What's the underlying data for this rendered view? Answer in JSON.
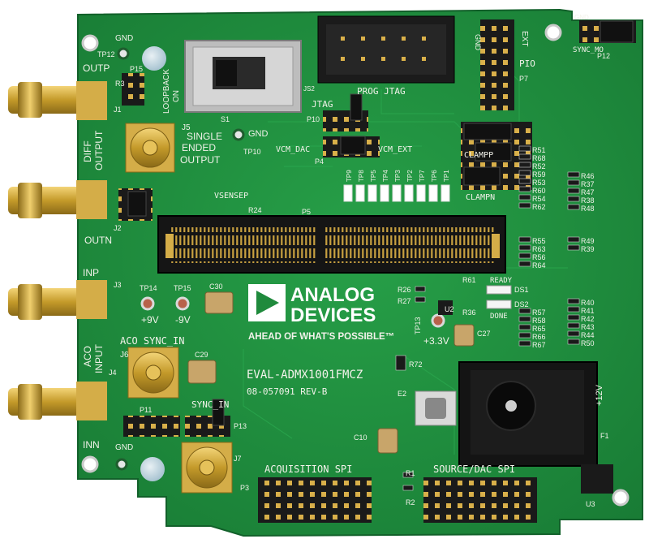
{
  "board": {
    "model": "EVAL-ADMX1001FMCZ",
    "revision": "08-057091 REV-B",
    "colors": {
      "pcb": "#1f8a3c",
      "pcb_edge": "#156b2d",
      "silkscreen": "#f2f2ea",
      "gold": "#c9a030",
      "header": "#1a1a1a"
    }
  },
  "logo": {
    "line1": "ANALOG",
    "line2": "DEVICES",
    "tagline": "AHEAD OF WHAT'S POSSIBLE™"
  },
  "silkscreen": {
    "outp": "OUTP",
    "outn": "OUTN",
    "inp": "INP",
    "inn": "INN",
    "diff_output": [
      "DIFF",
      "OUTPUT"
    ],
    "aco_input": [
      "ACO",
      "INPUT"
    ],
    "single_ended": [
      "SINGLE",
      "ENDED",
      "OUTPUT"
    ],
    "loopback": "LOOPBACK",
    "on": "ON",
    "prog_jtag": "PROG JTAG",
    "jtag": "JTAG",
    "vcm_dac": "VCM_DAC",
    "vcm_ext": "VCM_EXT",
    "clampp": "CLAMPP",
    "clampn": "CLAMPN",
    "vsensep": "VSENSEP",
    "aco_sync_in": "ACO SYNC_IN",
    "sync_in": "SYNC_IN",
    "sync_mo": "SYNC_MO",
    "acquisition_spi": "ACQUISITION SPI",
    "source_dac_spi": "SOURCE/DAC SPI",
    "gnd": "GND",
    "ext": "EXT",
    "pio": "PIO",
    "ready": "READY",
    "done": "DONE",
    "plus9v": "+9V",
    "minus9v": "-9V",
    "plus3v3": "+3.3V",
    "plus12v": "+12V",
    "refs": {
      "tp12": "TP12",
      "tp10": "TP10",
      "tp14": "TP14",
      "tp15": "TP15",
      "tp13": "TP13",
      "j1": "J1",
      "j2": "J2",
      "j3": "J3",
      "j4": "J4",
      "j5": "J5",
      "j6": "J6",
      "j7": "J7",
      "p3": "P3",
      "p4": "P4",
      "p5": "P5",
      "p7": "P7",
      "p10": "P10",
      "p11": "P11",
      "p12": "P12",
      "p13": "P13",
      "p15": "P15",
      "s1": "S1",
      "js2": "JS2",
      "r24": "R24",
      "r72": "R72",
      "c29": "C29",
      "c30": "C30",
      "c27": "C27",
      "c10": "C10",
      "e2": "E2",
      "u2": "U2",
      "u3": "U3",
      "ds1": "DS1",
      "ds2": "DS2",
      "r26": "R26",
      "r27": "R27",
      "r61": "R61",
      "r36": "R36",
      "r1": "R1",
      "r2": "R2",
      "f1": "F1",
      "r3": "R3",
      "right_col1": [
        "R51",
        "R68",
        "R52",
        "R59",
        "R53",
        "R60",
        "R54",
        "R62"
      ],
      "right_col2": [
        "R46",
        "R37",
        "R47",
        "R38",
        "R48"
      ],
      "mid_col1": [
        "R55",
        "R63",
        "R56",
        "R64"
      ],
      "mid_col2": [
        "R49",
        "R39"
      ],
      "low_col1": [
        "R57",
        "R58",
        "R65",
        "R66",
        "R67"
      ],
      "low_col2": [
        "R40",
        "R41",
        "R42",
        "R43",
        "R44",
        "R50"
      ],
      "testpoints": [
        "TP9",
        "TP8",
        "TP5",
        "TP4",
        "TP3",
        "TP2",
        "TP7",
        "TP6",
        "TP1"
      ]
    }
  }
}
